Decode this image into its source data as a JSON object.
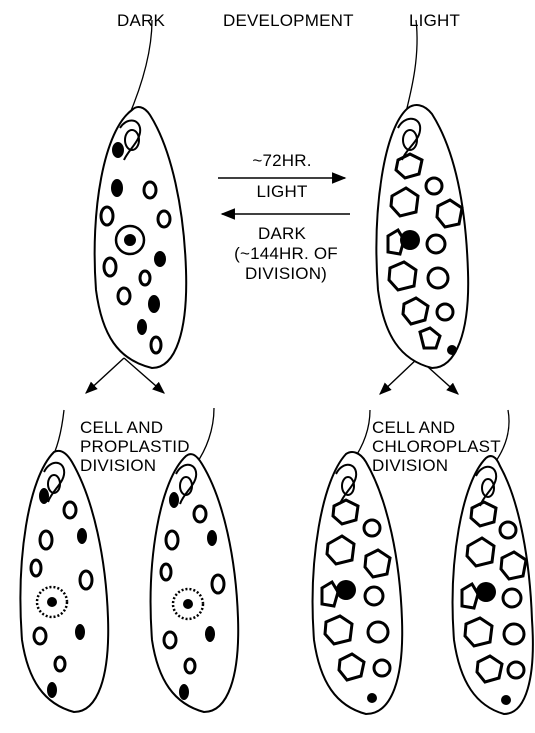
{
  "labels": {
    "dark": "DARK",
    "development": "DEVELOPMENT",
    "light": "LIGHT",
    "forward_time": "~72HR.",
    "forward_condition": "LIGHT",
    "reverse_condition": "DARK",
    "reverse_time_line1": "(~144HR. OF",
    "reverse_time_line2": "DIVISION)",
    "left_division_line1": "CELL AND",
    "left_division_line2": "PROPLASTID",
    "left_division_line3": "DIVISION",
    "right_division_line1": "CELL AND",
    "right_division_line2": "CHLOROPLAST",
    "right_division_line3": "DIVISION"
  },
  "colors": {
    "ink": "#000000",
    "background": "#ffffff"
  },
  "cells": [
    {
      "id": "dark-parent",
      "state": "dark",
      "plastid": "proplastid"
    },
    {
      "id": "light-parent",
      "state": "light",
      "plastid": "chloroplast"
    },
    {
      "id": "dark-daughter-1",
      "state": "dark",
      "plastid": "proplastid"
    },
    {
      "id": "dark-daughter-2",
      "state": "dark",
      "plastid": "proplastid"
    },
    {
      "id": "light-daughter-1",
      "state": "light",
      "plastid": "chloroplast"
    },
    {
      "id": "light-daughter-2",
      "state": "light",
      "plastid": "chloroplast"
    }
  ]
}
